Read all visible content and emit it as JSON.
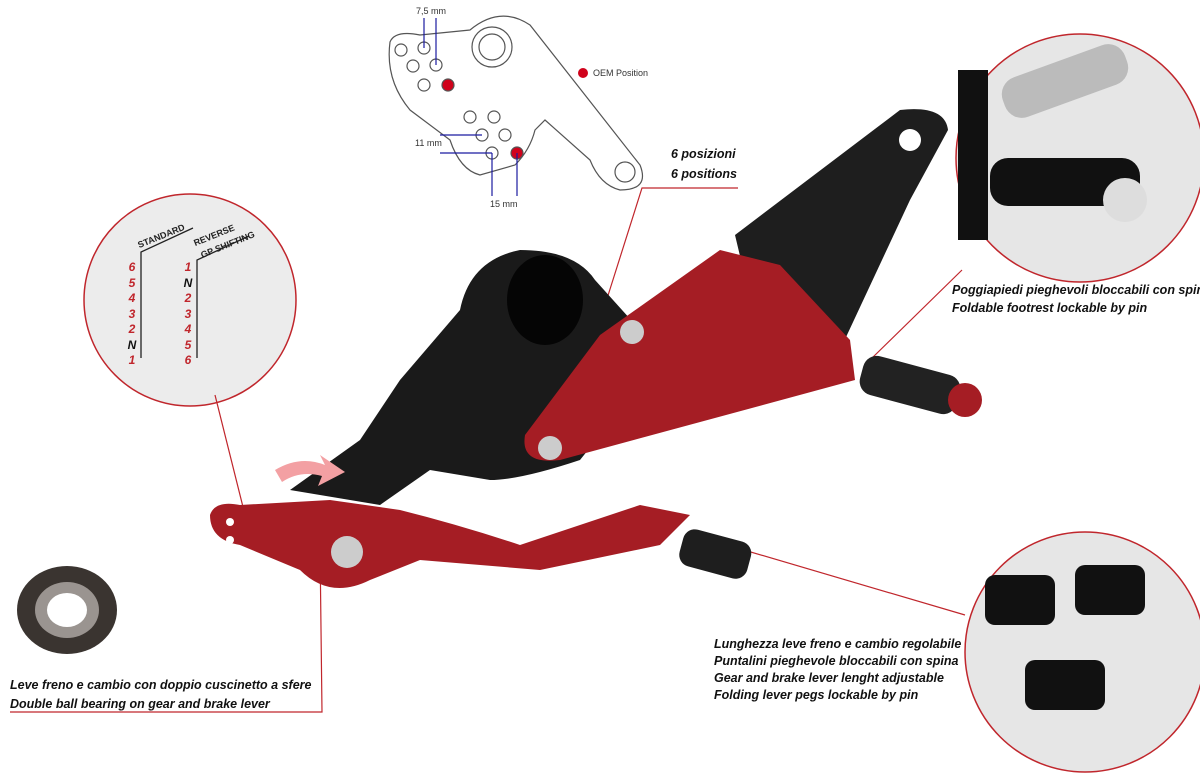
{
  "diagram": {
    "dimensions": {
      "d1": "7,5 mm",
      "d2": "11 mm",
      "d3": "15 mm"
    },
    "legend": {
      "label": "OEM Position",
      "color": "#d0021b"
    },
    "positions": {
      "it": "6 posizioni",
      "en": "6 positions"
    }
  },
  "shift_pattern": {
    "standard_label": "STANDARD",
    "reverse_label_1": "REVERSE",
    "reverse_label_2": "GP SHIFTING",
    "standard": [
      "6",
      "5",
      "4",
      "3",
      "2",
      "N",
      "1"
    ],
    "reverse": [
      "1",
      "N",
      "2",
      "3",
      "4",
      "5",
      "6"
    ]
  },
  "callouts": {
    "footrest": {
      "it": "Poggiapiedi pieghevoli bloccabili con spina",
      "en": "Foldable footrest lockable by pin"
    },
    "levers": {
      "l1": "Lunghezza leve freno e cambio regolabile",
      "l2": "Puntalini pieghevole bloccabili con spina",
      "l3": "Gear and brake lever lenght adjustable",
      "l4": "Folding lever pegs lockable by pin"
    },
    "bearing": {
      "it": "Leve freno e cambio con doppio cuscinetto a sfere",
      "en": "Double ball bearing on gear and brake lever"
    }
  },
  "colors": {
    "accent_red": "#c0262c",
    "anodized_red": "#a51d24",
    "black": "#1a1a1a",
    "dim_blue": "#1a1aa0"
  }
}
